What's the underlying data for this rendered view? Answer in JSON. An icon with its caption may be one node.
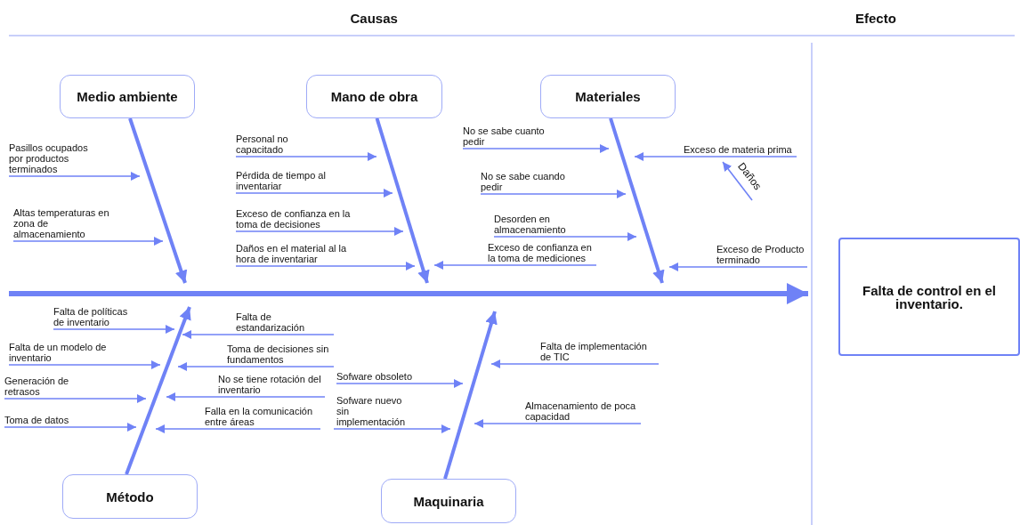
{
  "diagram": {
    "nodes": [
      {
        "text": [
          "Medio ambiente"
        ]
      },
      {
        "text": [
          "Pasillos ocupados por productos terminados"
        ]
      },
      {
        "text": [
          "Altas temperaturas en zona de almacenamiento"
        ]
      },
      {
        "text": [
          "Mano de obra"
        ]
      },
      {
        "text": [
          "Personal no capacitado"
        ]
      },
      {
        "text": [
          "Pérdida de tiempo al inventariar"
        ]
      },
      {
        "text": [
          "Exceso de confianza en la toma de decisiones"
        ]
      },
      {
        "text": [
          "Daños en el material al la hora de inventariar"
        ]
      },
      {
        "text": [
          "Exceso de confianza en la toma de mediciones"
        ]
      },
      {
        "text": [
          "Materiales"
        ]
      },
      {
        "text": [
          "No se sabe cuanto pedir"
        ]
      },
      {
        "text": [
          "Exceso de materia prima"
        ]
      },
      {
        "text": [
          "No se sabe cuando pedir"
        ]
      },
      {
        "text": [
          "Desorden en almacenamiento"
        ]
      },
      {
        "text": [
          "Exceso de Producto terminado"
        ]
      },
      {
        "text": [
          "Falta de control en el inventario."
        ]
      },
      {
        "text": [
          "Falta de políticas de inventario"
        ]
      },
      {
        "text": [
          "Falta de estandarización"
        ]
      },
      {
        "text": [
          "Falta de un modelo de inventario"
        ]
      },
      {
        "text": [
          "Toma de decisiones sin fundamentos"
        ]
      },
      {
        "text": [
          "Generación de retrasos"
        ]
      },
      {
        "text": [
          "No se tiene rotación del inventario"
        ]
      },
      {
        "text": [
          "Toma de datos"
        ]
      },
      {
        "text": [
          "Falla en la comunicación entre áreas"
        ]
      },
      {
        "text": [
          "Sofware obsoleto"
        ]
      },
      {
        "text": [
          "Falta de implementación de TIC"
        ]
      },
      {
        "text": [
          "Almacenamiento de poca capacidad"
        ]
      },
      {
        "text": [
          "Sofware nuevo sin implementación"
        ]
      },
      {
        "text": [
          "Método"
        ]
      },
      {
        "text": [
          "Maquinaria"
        ]
      }
    ],
    "edges": [
      {
        "from": 0,
        "to": null,
        "arrow": "to",
        "style": "thick"
      },
      {
        "from": 3,
        "to": null,
        "arrow": "to",
        "style": "thick"
      },
      {
        "from": 9,
        "to": null,
        "arrow": "to",
        "style": "thick"
      },
      {
        "from": 28,
        "to": null,
        "arrow": "to",
        "style": "thick"
      },
      {
        "from": 29,
        "to": null,
        "arrow": "to",
        "style": "thick"
      },
      {
        "from": null,
        "to": 15,
        "arrow": "to",
        "style": "thick"
      },
      {
        "from": 1,
        "to": null,
        "arrow": "to"
      },
      {
        "from": 2,
        "to": null,
        "arrow": "to"
      },
      {
        "from": 4,
        "to": null,
        "arrow": "to"
      },
      {
        "from": 5,
        "to": null,
        "arrow": "to"
      },
      {
        "from": 6,
        "to": null,
        "arrow": "to"
      },
      {
        "from": 7,
        "to": null,
        "arrow": "to"
      },
      {
        "from": 8,
        "to": null,
        "arrow": "to"
      },
      {
        "from": 10,
        "to": null,
        "arrow": "to"
      },
      {
        "from": 11,
        "to": null,
        "arrow": "to"
      },
      {
        "from": null,
        "to": 11,
        "arrow": "to",
        "label": "Daños"
      },
      {
        "from": 12,
        "to": null,
        "arrow": "to"
      },
      {
        "from": 13,
        "to": null,
        "arrow": "to"
      },
      {
        "from": 14,
        "to": null,
        "arrow": "to"
      },
      {
        "from": 16,
        "to": null,
        "arrow": "to"
      },
      {
        "from": 17,
        "to": null,
        "arrow": "to"
      },
      {
        "from": 18,
        "to": null,
        "arrow": "to"
      },
      {
        "from": 19,
        "to": null,
        "arrow": "to"
      },
      {
        "from": 20,
        "to": null,
        "arrow": "to"
      },
      {
        "from": 21,
        "to": null,
        "arrow": "to"
      },
      {
        "from": 22,
        "to": null,
        "arrow": "to"
      },
      {
        "from": 23,
        "to": null,
        "arrow": "to"
      },
      {
        "from": 24,
        "to": null,
        "arrow": "to"
      },
      {
        "from": 25,
        "to": null,
        "arrow": "to"
      },
      {
        "from": 26,
        "to": null,
        "arrow": "to"
      },
      {
        "from": 27,
        "to": null,
        "arrow": "to"
      }
    ],
    "labels": [
      "Causas",
      "Efecto"
    ]
  }
}
